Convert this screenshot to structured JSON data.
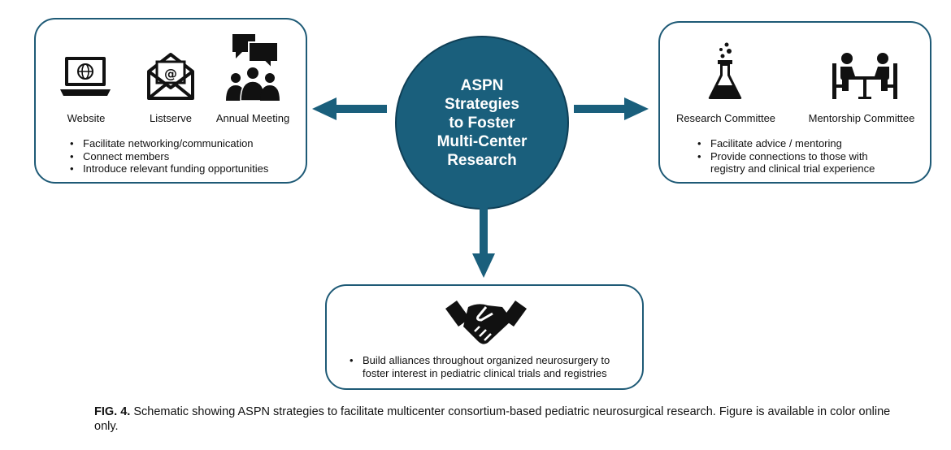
{
  "center": {
    "text": "ASPN\nStrategies\nto Foster\nMulti-Center\nResearch",
    "fill": "#1a5f7c"
  },
  "left_box": {
    "icons": [
      {
        "name": "laptop-globe-icon",
        "label": "Website"
      },
      {
        "name": "email-envelope-icon",
        "label": "Listserve"
      },
      {
        "name": "meeting-group-icon",
        "label": "Annual Meeting"
      }
    ],
    "bullets": [
      "Facilitate networking/communication",
      "Connect members",
      "Introduce relevant funding opportunities"
    ]
  },
  "right_box": {
    "icons": [
      {
        "name": "flask-icon",
        "label": "Research Committee"
      },
      {
        "name": "people-at-table-icon",
        "label": "Mentorship Committee"
      }
    ],
    "bullets": [
      "Facilitate advice / mentoring",
      "Provide connections to those with registry and clinical trial experience"
    ]
  },
  "bottom_box": {
    "icon": "handshake-icon",
    "bullets": [
      "Build alliances throughout organized neurosurgery to foster interest in pediatric clinical trials and registries"
    ]
  },
  "caption": {
    "prefix": "FIG. 4.",
    "text": " Schematic showing ASPN strategies to facilitate multicenter consortium-based pediatric neurosurgical research. Figure is available in color online only."
  },
  "colors": {
    "accent": "#1a5f7c",
    "border": "#1e5a76",
    "icon": "#111111"
  }
}
